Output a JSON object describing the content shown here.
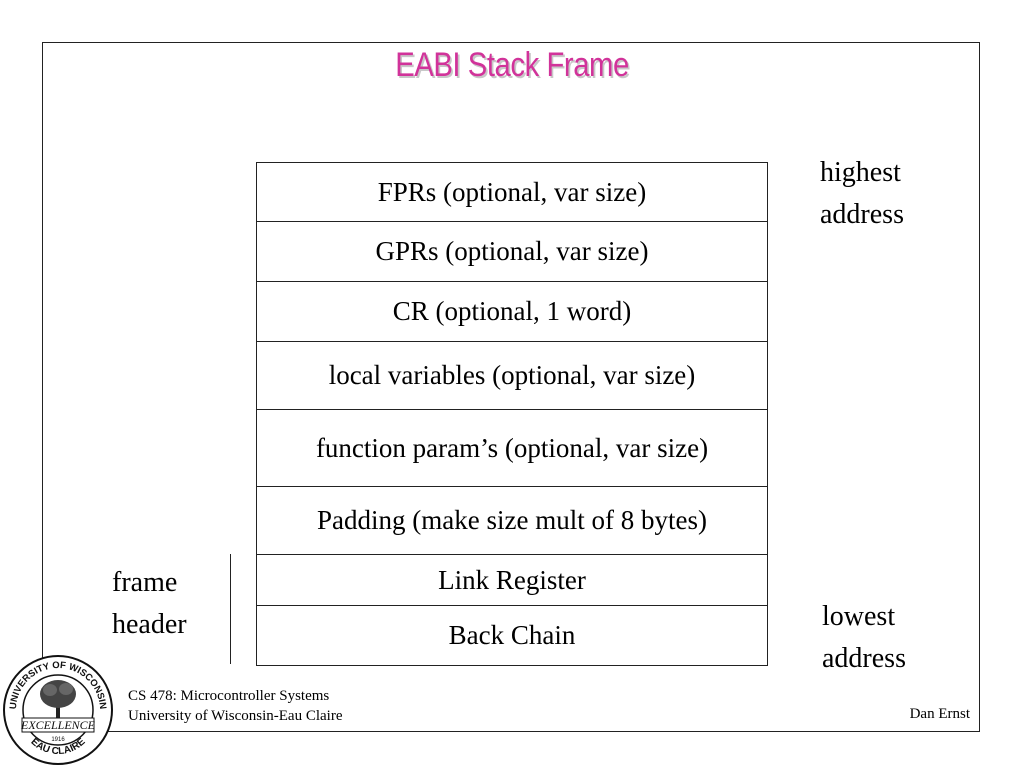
{
  "slide": {
    "title": "EABI Stack Frame"
  },
  "stack": {
    "cells": [
      {
        "label": "FPRs (optional, var size)"
      },
      {
        "label": "GPRs (optional, var size)"
      },
      {
        "label": "CR (optional, 1 word)"
      },
      {
        "label": "local variables (optional, var size)"
      },
      {
        "label": "function param’s (optional, var size)"
      },
      {
        "label": "Padding (make size mult of 8 bytes)"
      },
      {
        "label": "Link Register"
      },
      {
        "label": "Back Chain"
      }
    ]
  },
  "labels": {
    "highest_line1": "highest",
    "highest_line2": "address",
    "lowest_line1": "lowest",
    "lowest_line2": "address",
    "frame_line1": "frame",
    "frame_line2": "header"
  },
  "footer": {
    "course": "CS 478: Microcontroller Systems",
    "university": "University of Wisconsin-Eau Claire",
    "author": "Dan Ernst"
  },
  "logo": {
    "top_text": "UNIVERSITY OF WISCONSIN",
    "middle_text": "EXCELLENCE",
    "bottom_text": "EAU CLAIRE",
    "year": "1916"
  },
  "colors": {
    "title": "#d1339a",
    "border": "#222222"
  }
}
